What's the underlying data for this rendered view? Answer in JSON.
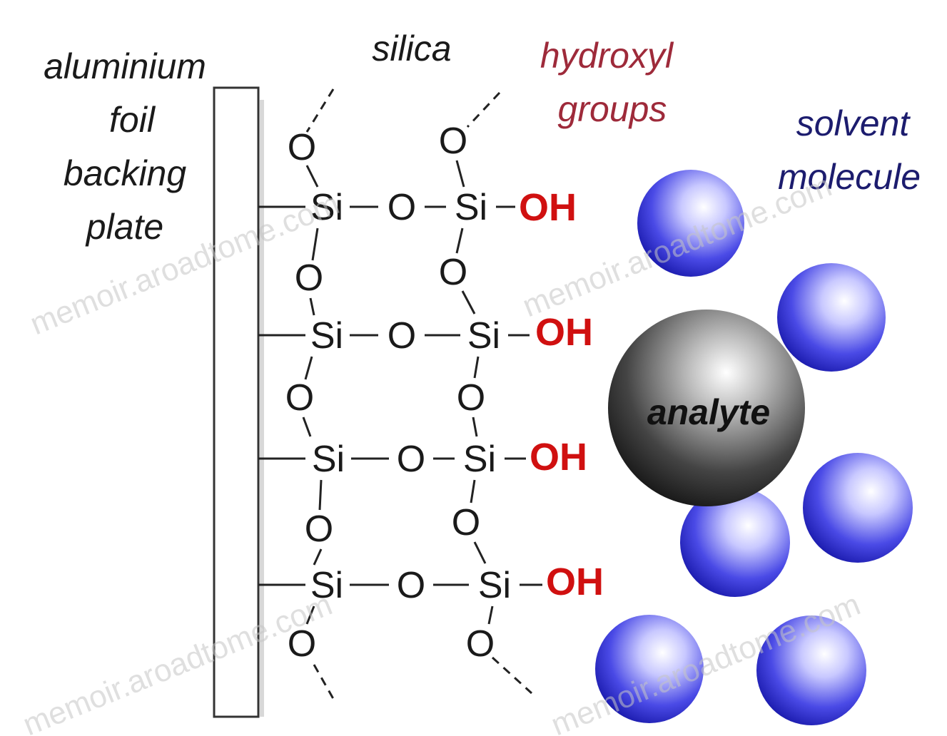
{
  "labels": {
    "backing": [
      "aluminium",
      "foil",
      "backing",
      "plate"
    ],
    "silica": "silica",
    "hydroxyl": [
      "hydroxyl",
      "groups"
    ],
    "solvent": [
      "solvent",
      "molecule"
    ],
    "analyte": "analyte"
  },
  "chem": {
    "si": "Si",
    "o": "O",
    "oh": "OH",
    "bond": "—"
  },
  "watermark": "memoir.aroadtome.com",
  "colors": {
    "text": "#1a1a1a",
    "hydroxyl_label": "#9e2a3a",
    "oh": "#d01010",
    "solvent_label": "#1c1c6e",
    "sphere_blue": "#2a2acc",
    "sphere_dark": "#1a1a1a",
    "plate_stroke": "#333333"
  }
}
